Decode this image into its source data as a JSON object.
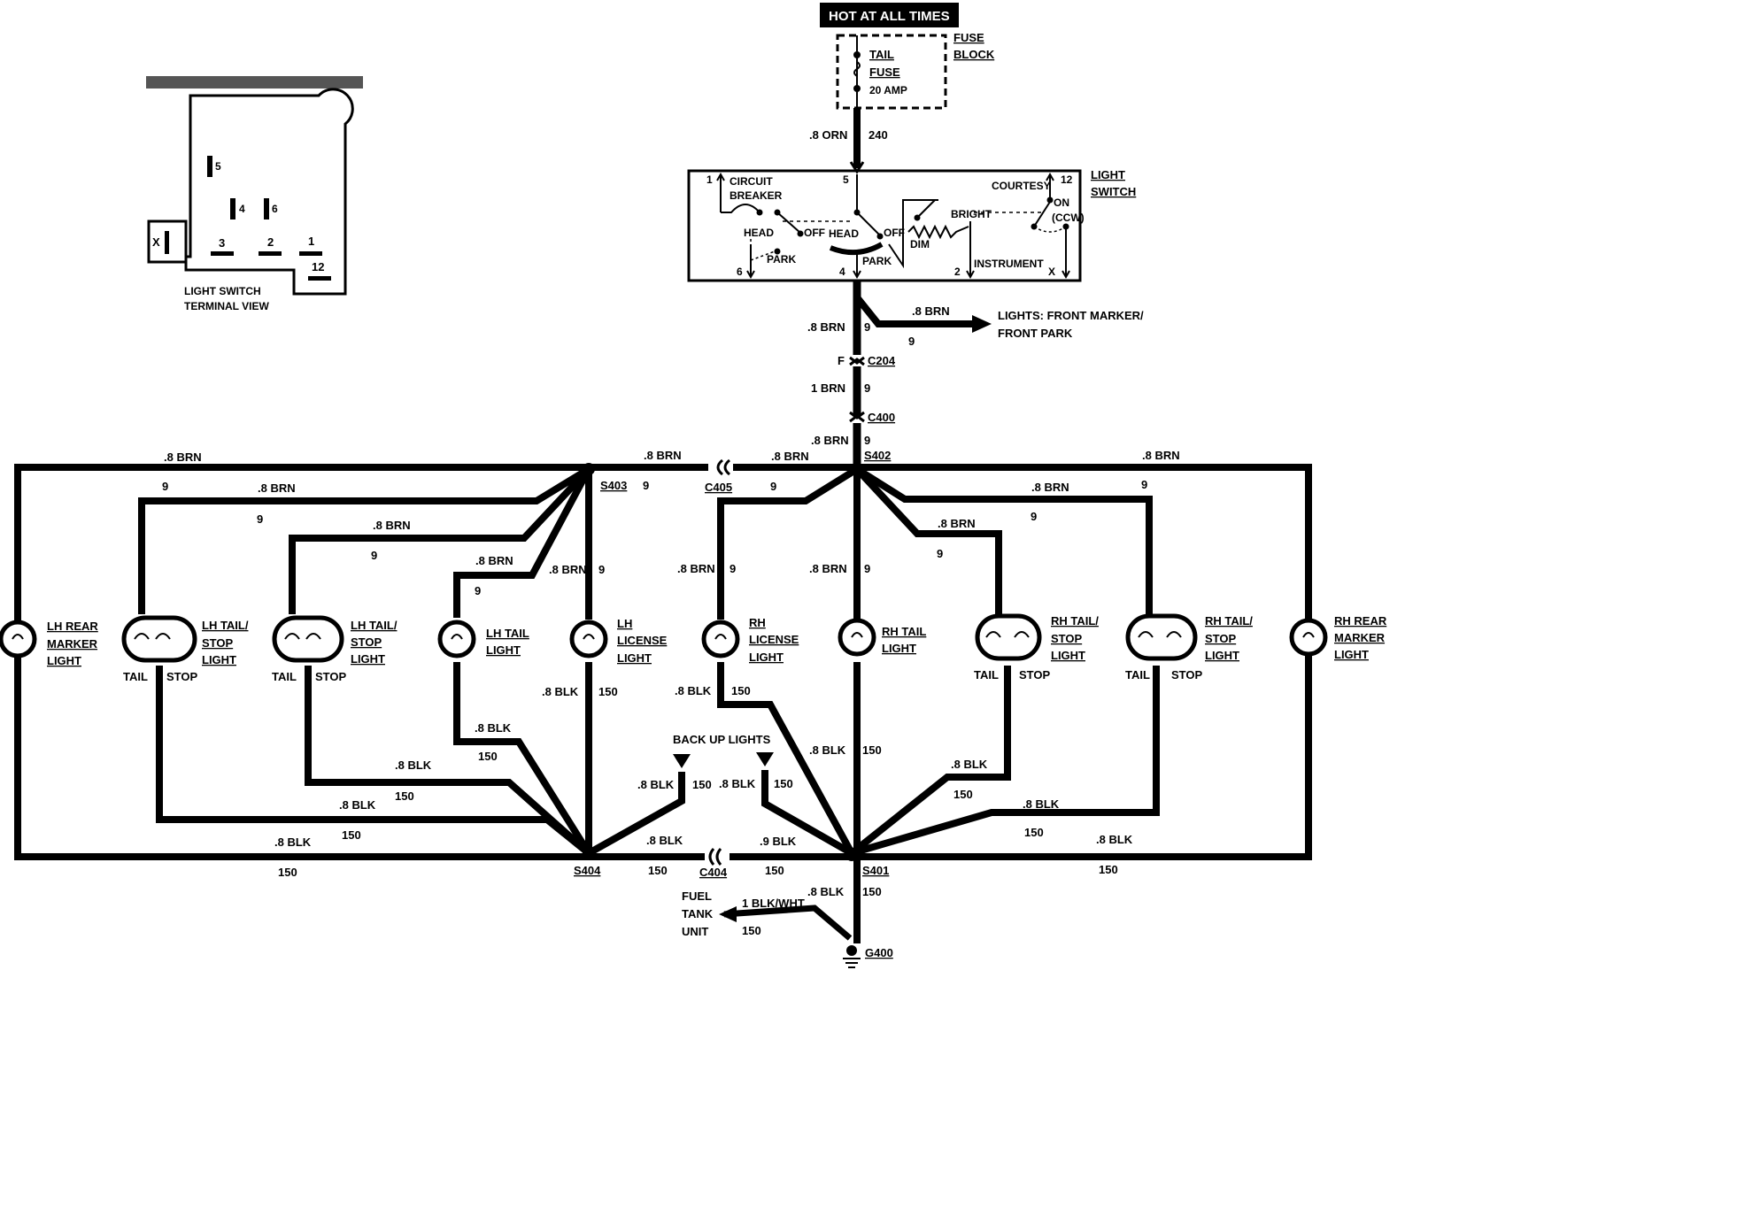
{
  "banner": {
    "hot": "HOT AT ALL TIMES"
  },
  "fuse_block": {
    "tail": "TAIL",
    "fuse": "FUSE",
    "amp": "20 AMP",
    "label1": "FUSE",
    "label2": "BLOCK"
  },
  "feed": {
    "gauge": ".8 ORN",
    "circuit": "240"
  },
  "light_switch": {
    "label1": "LIGHT",
    "label2": "SWITCH",
    "circuit": "CIRCUIT",
    "breaker": "BREAKER",
    "head": "HEAD",
    "off": "OFF",
    "park": "PARK",
    "courtesy": "COURTESY",
    "on": "ON",
    "ccw": "(CCW)",
    "bright": "BRIGHT",
    "dim": "DIM",
    "instrument": "INSTRUMENT",
    "pins": {
      "p1": "1",
      "p5": "5",
      "p12": "12",
      "p6": "6",
      "p4": "4",
      "p2": "2",
      "px": "X"
    }
  },
  "terminal_view": {
    "caption1": "LIGHT SWITCH",
    "caption2": "TERMINAL VIEW",
    "pins": {
      "x": "X",
      "p5": "5",
      "p4": "4",
      "p6": "6",
      "p3": "3",
      "p2": "2",
      "p1": "1",
      "p12": "12"
    }
  },
  "front": {
    "gauge": ".8 BRN",
    "circuit": "9",
    "label1": "LIGHTS: FRONT MARKER/",
    "label2": "FRONT PARK"
  },
  "connectors": {
    "c204": "C204",
    "c204_pin": "F",
    "c400": "C400",
    "c405": "C405",
    "c404": "C404",
    "s401": "S401",
    "s402": "S402",
    "s403": "S403",
    "s404": "S404",
    "g400": "G400"
  },
  "wires": {
    "brn08": ".8 BRN",
    "brn1": "1 BRN",
    "c9": "9",
    "blk08": ".8 BLK",
    "blk09": ".9 BLK",
    "c150": "150",
    "blkwht": "1 BLK/WHT"
  },
  "lamps": {
    "lh_rear_marker": [
      "LH REAR",
      "MARKER",
      "LIGHT"
    ],
    "lh_tail_stop_1": [
      "LH TAIL/",
      "STOP",
      "LIGHT"
    ],
    "lh_tail_stop_2": [
      "LH TAIL/",
      "STOP",
      "LIGHT"
    ],
    "lh_tail": [
      "LH TAIL",
      "LIGHT"
    ],
    "lh_license": [
      "LH",
      "LICENSE",
      "LIGHT"
    ],
    "rh_license": [
      "RH",
      "LICENSE",
      "LIGHT"
    ],
    "rh_tail": [
      "RH TAIL",
      "LIGHT"
    ],
    "rh_tail_stop_1": [
      "RH TAIL/",
      "STOP",
      "LIGHT"
    ],
    "rh_tail_stop_2": [
      "RH TAIL/",
      "STOP",
      "LIGHT"
    ],
    "rh_rear_marker": [
      "RH REAR",
      "MARKER",
      "LIGHT"
    ],
    "tail": "TAIL",
    "stop": "STOP"
  },
  "backup": {
    "label": "BACK UP  LIGHTS"
  },
  "fuel": {
    "l1": "FUEL",
    "l2": "TANK",
    "l3": "UNIT"
  }
}
